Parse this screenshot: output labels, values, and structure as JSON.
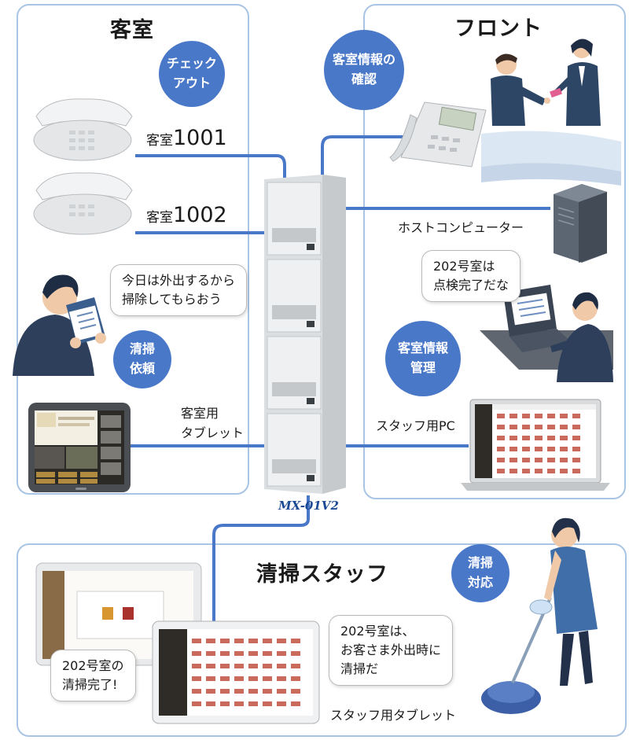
{
  "sections": {
    "guest_room": "客室",
    "front": "フロント",
    "cleaning_staff": "清掃スタッフ"
  },
  "rooms": {
    "r1_prefix": "客室",
    "r1_num": "1001",
    "r2_prefix": "客室",
    "r2_num": "1002"
  },
  "circles": {
    "checkout_l1": "チェック",
    "checkout_l2": "アウト",
    "confirm_l1": "客室情報の",
    "confirm_l2": "確認",
    "request_l1": "清掃",
    "request_l2": "依頼",
    "manage_l1": "客室情報",
    "manage_l2": "管理",
    "respond_l1": "清掃",
    "respond_l2": "対応"
  },
  "bubbles": {
    "guest_l1": "今日は外出するから",
    "guest_l2": "掃除してもらおう",
    "pc_l1": "202号室は",
    "pc_l2": "点検完了だな",
    "done_l1": "202号室の",
    "done_l2": "清掃完了!",
    "staff_l1": "202号室は、",
    "staff_l2": "お客さま外出時に",
    "staff_l3": "清掃だ"
  },
  "labels": {
    "host": "ホストコンピューター",
    "room_tablet_l1": "客室用",
    "room_tablet_l2": "タブレット",
    "staff_pc": "スタッフ用PC",
    "staff_tablet": "スタッフ用タブレット",
    "model": "MX-01V2"
  },
  "colors": {
    "panel_border": "#a9c4e4",
    "line": "#4a78c9",
    "circle": "#4a78c9",
    "model_text": "#1d4a95"
  }
}
